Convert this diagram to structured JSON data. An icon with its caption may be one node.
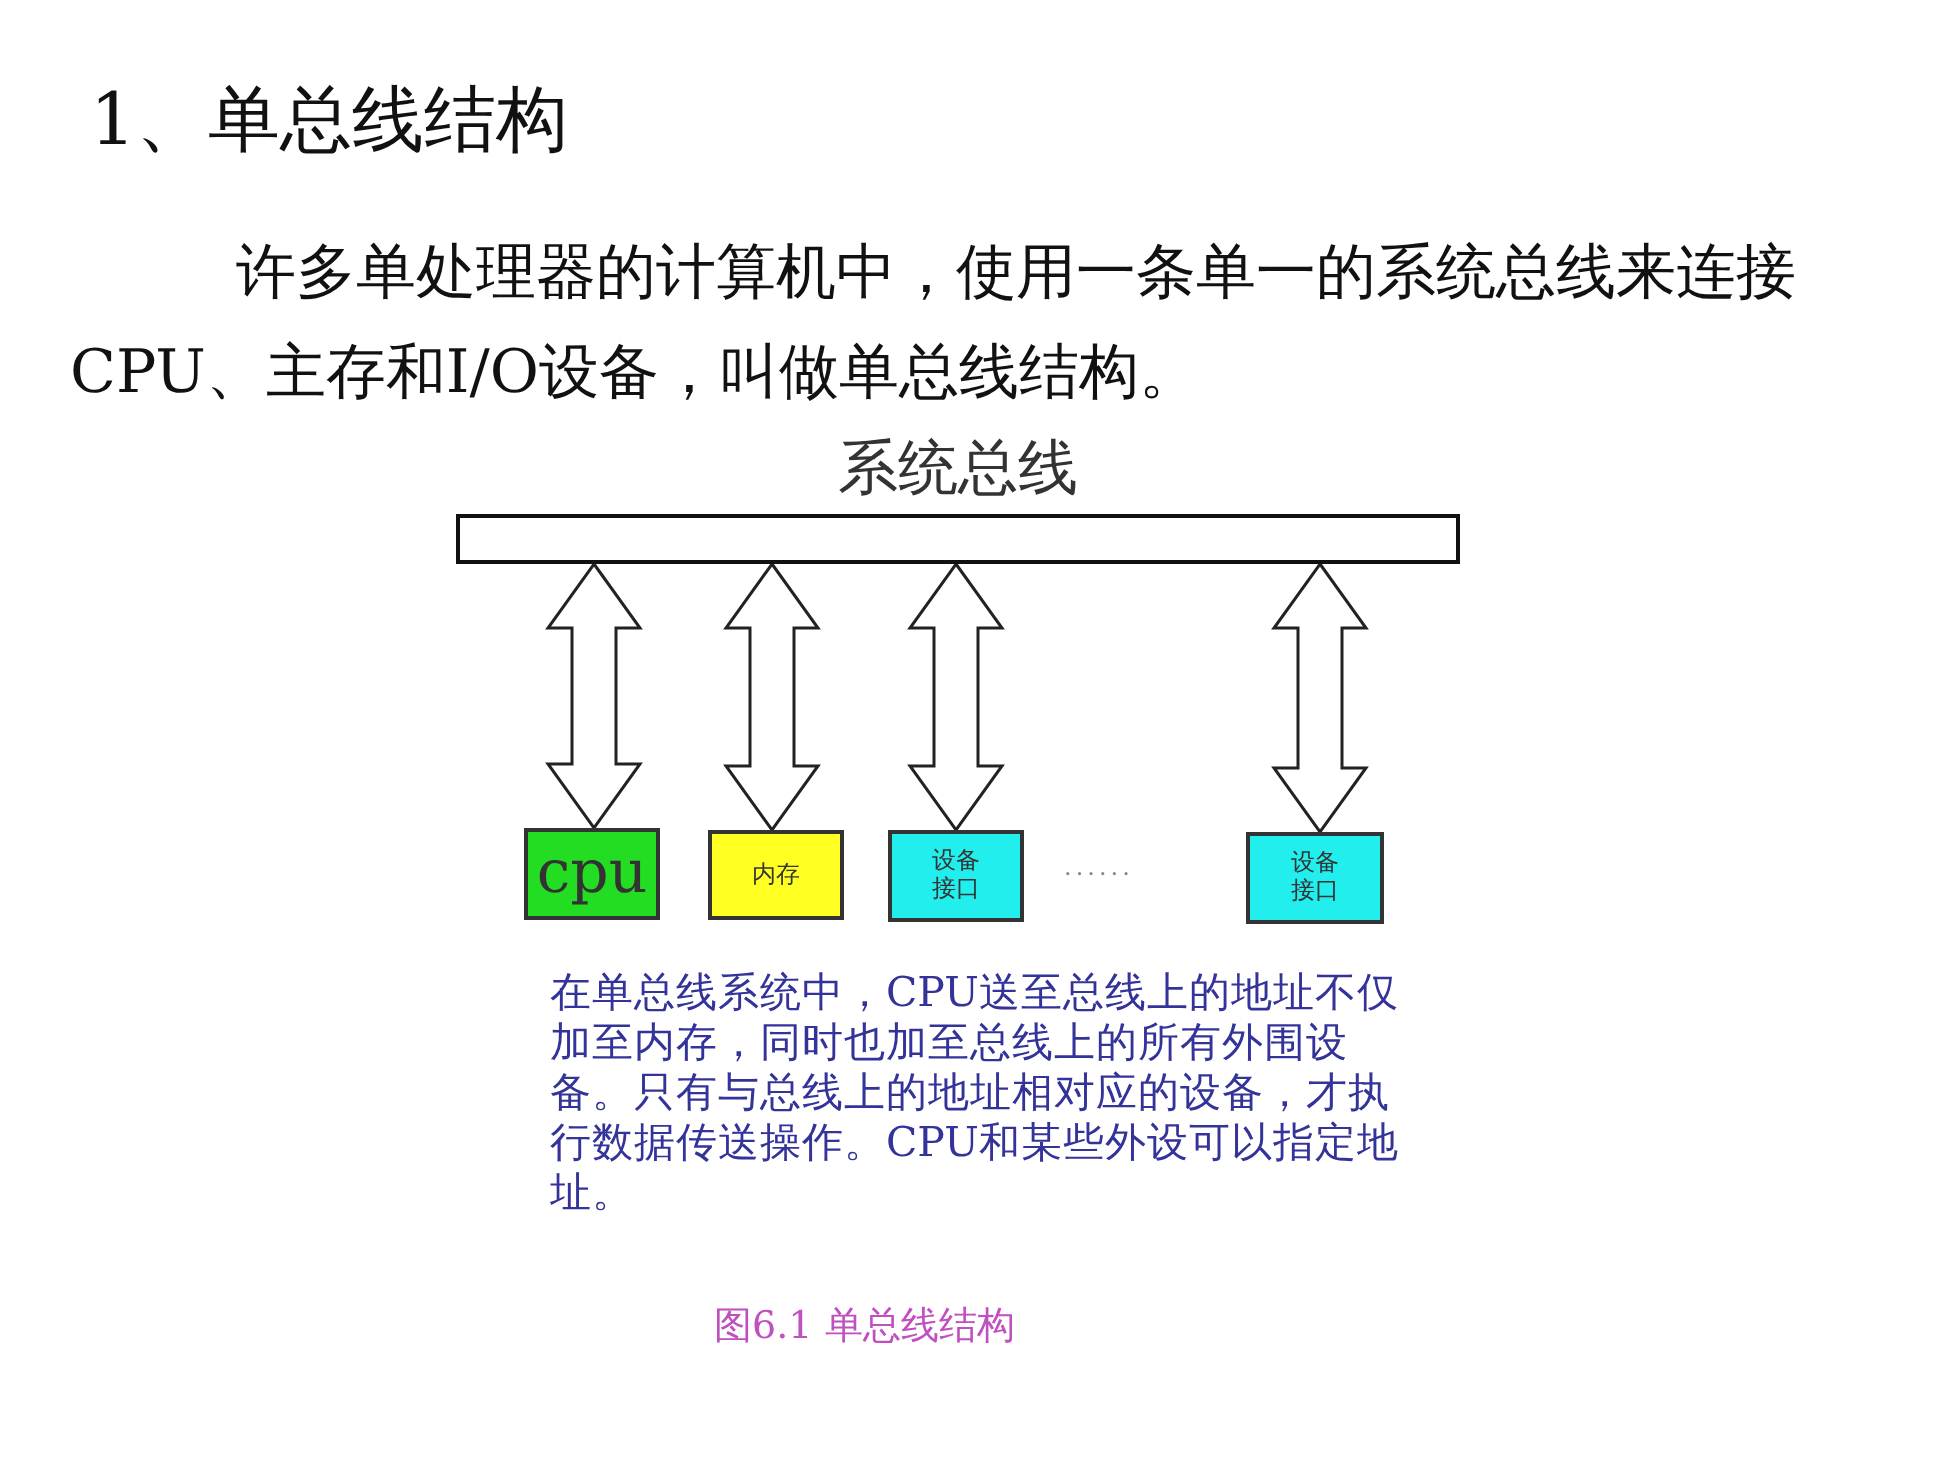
{
  "diagram": {
    "title": "1、单总线结构",
    "caption": "图6.1 单总线结构",
    "nodes": [
      {
        "text": [
          "系统总线"
        ]
      },
      {
        "text": [
          "cpu"
        ]
      },
      {
        "text": [
          "内存"
        ]
      },
      {
        "text": [
          "设备接口"
        ]
      },
      {
        "text": [
          "设备接口"
        ]
      }
    ],
    "edges": [
      {
        "from": 0,
        "to": 1,
        "arrow": "both"
      },
      {
        "from": 0,
        "to": 2,
        "arrow": "both"
      },
      {
        "from": 0,
        "to": 3,
        "arrow": "both"
      },
      {
        "from": 0,
        "to": 4,
        "arrow": "both"
      }
    ],
    "labels": [
      "许多单处理器的计算机中，使用一条单一的系统总线来连接CPU、主存和I/O设备，叫做单总线结构。",
      "······",
      "在单总线系统中，CPU送至总线上的地址不仅加至内存，同时也加至总线上的所有外围设备。只有与总线上的地址相对应的设备，才执行数据传送操作。CPU和某些外设可以指定地址。"
    ]
  }
}
